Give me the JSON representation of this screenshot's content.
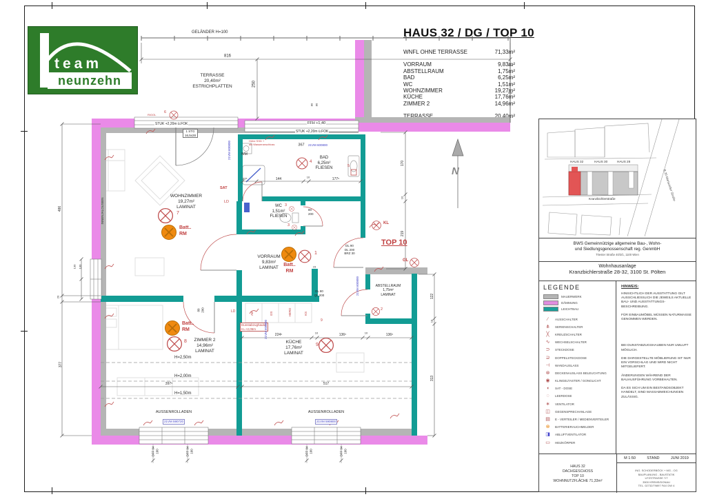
{
  "logo": {
    "line1": "team",
    "line2": "neunzehn"
  },
  "title_block": {
    "title": "HAUS 32 / DG / TOP 10",
    "summary": {
      "label": "WNFL OHNE TERRASSE",
      "value": "71,33m²"
    },
    "rooms": [
      {
        "label": "VORRAUM",
        "value": "9,83m²"
      },
      {
        "label": "ABSTELLRAUM",
        "value": "1,75m²"
      },
      {
        "label": "BAD",
        "value": "6,25m²"
      },
      {
        "label": "WC",
        "value": "1,51m²"
      },
      {
        "label": "WOHNZIMMER",
        "value": "19,27m²"
      },
      {
        "label": "KÜCHE",
        "value": "17,76m²"
      },
      {
        "label": "ZIMMER 2",
        "value": "14,96m²"
      }
    ],
    "terrace": {
      "label": "TERRASSE",
      "value": "20,40m²"
    }
  },
  "plan": {
    "gelaender": "GELÄNDER H=100",
    "dim_816": "816",
    "dim_250": "250",
    "terrasse": {
      "name": "TERRASSE",
      "area": "20,40m²",
      "floor": "ESTRICHPLATTEN"
    },
    "rigol": "RIGOL",
    "stuk": "STUK +2,20m ü.FOK",
    "ffh": "FFH +1,40",
    "dim_80": "80",
    "stg1": "1 STG",
    "stg2": "16,5x28",
    "ssd1": "Höhe SSD +",
    "ssd2": "als Wasseranschluss",
    "dim_367": "367",
    "vm_600800": "21VM 600800",
    "wm": "WM",
    "rooms": {
      "bad": {
        "name": "BAD",
        "area": "6,25m²",
        "floor": "FLIESEN"
      },
      "wc": {
        "name": "WC",
        "area": "1,51m²",
        "floor": "FLIESEN"
      },
      "wohnzimmer": {
        "name": "WOHNZIMMER",
        "area": "19,27m²",
        "floor": "LAMINAT"
      },
      "vorraum": {
        "name": "VORRAUM",
        "area": "9,83m²",
        "floor": "LAMINAT"
      },
      "abstellraum": {
        "name": "ABSTELLRAUM",
        "area": "1,75m²",
        "floor": "LAMINAT"
      },
      "zimmer2": {
        "name": "ZIMMER 2",
        "area": "14,96m²",
        "floor": "LAMINAT"
      },
      "kueche": {
        "name": "KÜCHE",
        "area": "17,76m²",
        "floor": "LAMINAT"
      }
    },
    "batt": "Batt..",
    "rm": "RM",
    "sat": "SAT",
    "ld": "LD",
    "kl": "KL",
    "gl": "GL",
    "ab": "AB",
    "gs": "GS",
    "herd": "HERD",
    "ks": "KS",
    "top10": "TOP 10",
    "dunst1": "Dunstabzughaube",
    "dunst2": "H=+2,05m",
    "dl90": "DL 90",
    "dl200": "DL 200",
    "brz30": "BRZ 30",
    "dl80": "DL 80",
    "ql200": "QL 200",
    "d80": "80",
    "d200": "200",
    "dim_27": "27⁵",
    "dim_144": "144",
    "dim_10": "10",
    "dim_177": "177⁵",
    "dim_170": "170",
    "dim_219": "219",
    "dim_122": "122",
    "dim_313": "313",
    "dim_15": "15",
    "dim_486": "486",
    "dim_20": "20",
    "dim_377": "377",
    "dim_130": "130",
    "innenjalousien": "INNENJALOUSIEN",
    "dim_2245": "224⁵",
    "dim_1365": "136⁵",
    "h250": "H=2,50m",
    "h200": "H=2,00m",
    "h150": "H=1,50m",
    "dim_3975": "397⁵",
    "dim_517": "517",
    "rolladen": "AUSSENROLLADEN",
    "vm_590720": "21VM 590720",
    "vm_590800": "21VM 590800",
    "dff": "DFF 94",
    "dff160": "160",
    "north": "N",
    "lights": {
      "n1": "1",
      "n2": "2",
      "n3": "3",
      "n4": "4",
      "n5": "5",
      "n6": "6",
      "n7": "7",
      "n8": "8",
      "n9": "9"
    }
  },
  "panel": {
    "siteplan": {
      "haus_labels": [
        "HAUS 32",
        "HAUS 30",
        "HAUS 28"
      ],
      "street1": "Kranzbichlerstraße",
      "street2": "B 20 Mariazeller Straße"
    },
    "owner": {
      "line1": "BWS Gemeinnützige allgemeine Bau-, Wohn-",
      "line2": "und Siedlungsgenossenschaft reg. GenmbH",
      "line3": "Triester Straße 40/3/1, 1100 Wien"
    },
    "project": {
      "line1": "Wohnhausanlage",
      "line2": "Kranzbichlerstraße 28-32, 3100 St. Pölten"
    },
    "legend": {
      "title": "LEGENDE",
      "materials": [
        {
          "label": "MAUERWERK"
        },
        {
          "label": "DÄMMUNG"
        },
        {
          "label": "LEICHTBAU"
        }
      ],
      "items": [
        {
          "icon": "switch",
          "label": "AUSSCHALTER"
        },
        {
          "icon": "serien",
          "label": "SERIENSCHALTER"
        },
        {
          "icon": "kreuz",
          "label": "KREUZSCHALTER"
        },
        {
          "icon": "wechsel",
          "label": "WECHSELSCHALTER"
        },
        {
          "icon": "steck",
          "label": "STECKDOSE"
        },
        {
          "icon": "doppel",
          "label": "DOPPELSTECKDOSE"
        },
        {
          "icon": "wand",
          "label": "WANDAUSLASS"
        },
        {
          "icon": "decke",
          "label": "DECKENAUSLASS BELEUCHTUNG"
        },
        {
          "icon": "klingel",
          "label": "KLINGELTASTER / GONGLICHT"
        },
        {
          "icon": "sat",
          "label": "SAT - DOSE"
        },
        {
          "icon": "leer",
          "label": "LEERDOSE"
        },
        {
          "icon": "venti",
          "label": "VENTILATOR"
        },
        {
          "icon": "sprech",
          "label": "GEGENSPRECHANLAGE"
        },
        {
          "icon": "verteiler",
          "label": "E - VERTEILER / MEDIENVERTEILER"
        },
        {
          "icon": "rauch",
          "label": "BATTERIERAUCHMELDER"
        },
        {
          "icon": "abluft",
          "label": "ABLUFTVENTILATOR"
        },
        {
          "icon": "heiz",
          "label": "HEIZKÖRPER"
        }
      ]
    },
    "hinweis": {
      "title": "HINWEIS:",
      "paragraphs": [
        "HINSICHTLICH DER AUSSTATTUNG GILT AUSSCHLIESSLICH DIE JEWEILS AKTUELLE BAU- UND AUSSTATTUNGS-BESCHREIBUNG.",
        "FÜR EINBAUMÖBEL MÜSSEN NATURMASSE GENOMMEN WERDEN.",
        "BEI DUNSTABZUGSHAUBEN NUR UMLUFT MÖGLICH.",
        "DIE DARGESTELLTE MÖBLIERUNG IST NUR EIN VORSCHLAG UND WIRD NICHT MITGELIEFERT.",
        "ÄNDERUNGEN WÄHREND DER BAUAUSFÜHRUNG VORBEHALTEN.",
        "DA ES SICH UM EIN BESTANDSOBJEKT HANDELT, SIND MASSABWEICHUNGEN ZULÄSSIG."
      ]
    },
    "footer": {
      "left_lines": [
        "HAUS 32",
        "DACHGESCHOSS",
        "TOP 10",
        "WOHNNUTZFLÄCHE 71,33m²"
      ],
      "scale": "M 1:50",
      "stand": "STAND",
      "date": "JUNI 2019",
      "firm_lines": [
        "ING. SCHODERBÖCK + MG - OG",
        "BAUPLANUNG - BAUSTATIK",
        "UTZSTRASSE 7/7",
        "3500 KREMS/DONAU",
        "TEL. 02732/79897 FAX DW 4"
      ]
    }
  },
  "colors": {
    "wall_masonry": "#b5b5b5",
    "wall_insulation": "#ea8ae8",
    "wall_lightweight": "#129c94",
    "smoke_detector": "#ef8a10",
    "symbol_red": "#c04040",
    "note_blue": "#4343c8",
    "logo_green": "#2e7c2a",
    "site_highlight": "#e25555"
  }
}
